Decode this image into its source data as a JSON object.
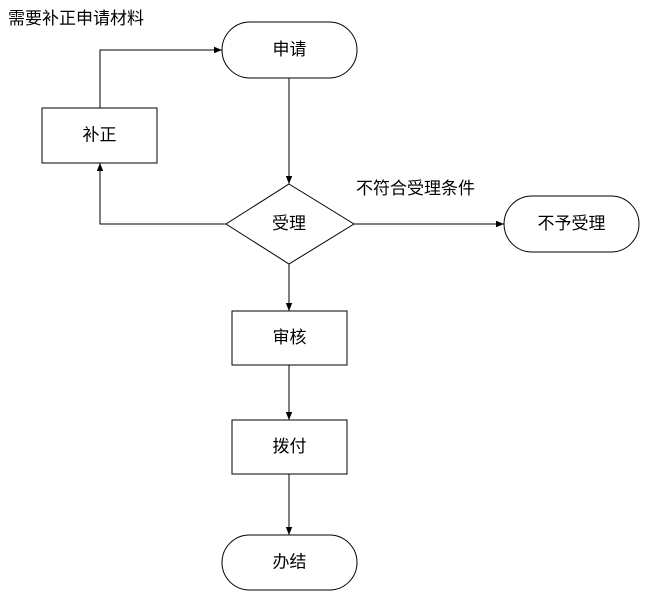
{
  "diagram": {
    "type": "flowchart",
    "nodes": [
      {
        "id": "apply",
        "shape": "terminal",
        "label": "申请"
      },
      {
        "id": "correct",
        "shape": "process",
        "label": "补正"
      },
      {
        "id": "accept",
        "shape": "decision",
        "label": "受理"
      },
      {
        "id": "reject",
        "shape": "terminal",
        "label": "不予受理"
      },
      {
        "id": "review",
        "shape": "process",
        "label": "审核"
      },
      {
        "id": "disburse",
        "shape": "process",
        "label": "拨付"
      },
      {
        "id": "complete",
        "shape": "terminal",
        "label": "办结"
      }
    ],
    "edges": [
      {
        "from": "apply",
        "to": "accept",
        "label": ""
      },
      {
        "from": "accept",
        "to": "correct",
        "label": ""
      },
      {
        "from": "correct",
        "to": "apply",
        "label": "需要补正申请材料"
      },
      {
        "from": "accept",
        "to": "reject",
        "label": "不符合受理条件"
      },
      {
        "from": "accept",
        "to": "review",
        "label": ""
      },
      {
        "from": "review",
        "to": "disburse",
        "label": ""
      },
      {
        "from": "disburse",
        "to": "complete",
        "label": ""
      }
    ],
    "colors": {
      "stroke": "#000000",
      "fill": "#ffffff",
      "text": "#000000"
    }
  }
}
